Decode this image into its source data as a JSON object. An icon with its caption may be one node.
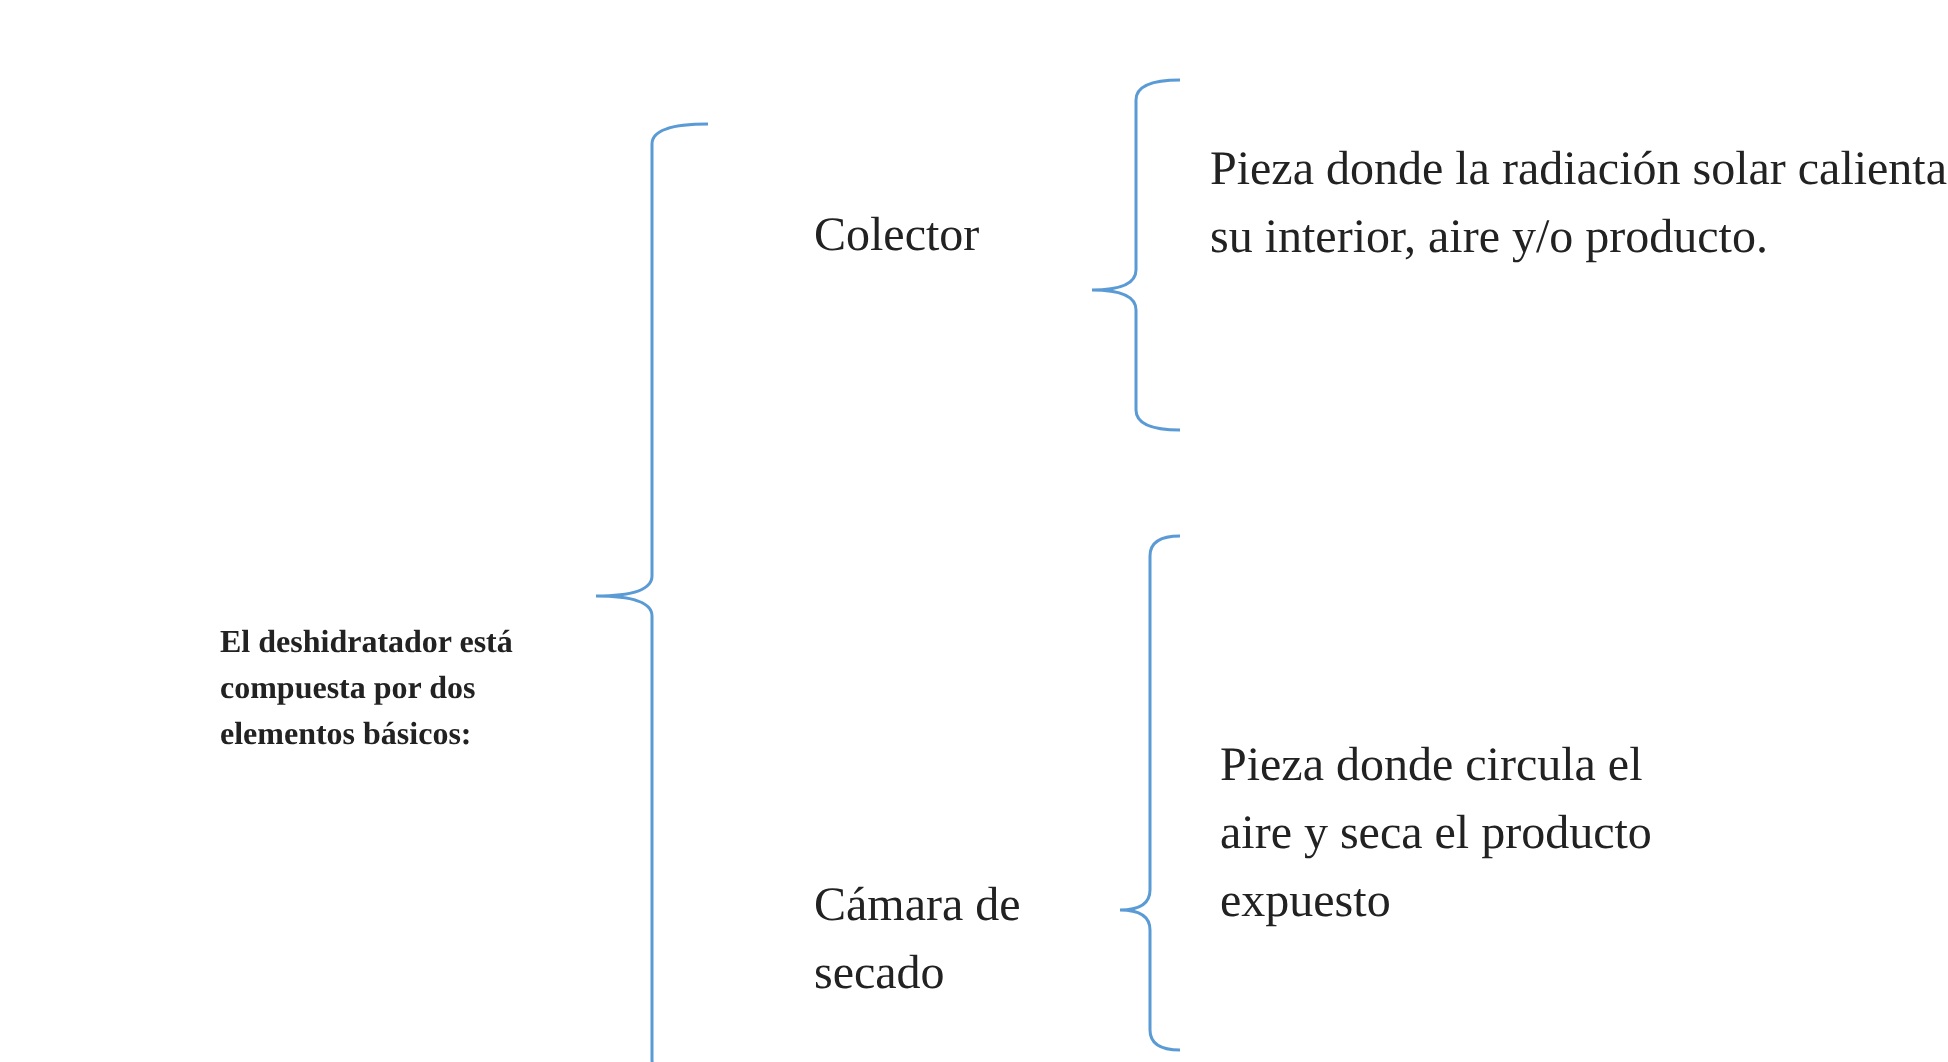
{
  "diagram": {
    "labels": [
      "El deshidratador está compuesta por dos elementos básicos:",
      "Colector",
      "Pieza donde la radiación solar calienta su interior, aire y/o producto.",
      "Cámara de secado",
      "Pieza donde circula el aire y seca el producto expuesto"
    ]
  }
}
